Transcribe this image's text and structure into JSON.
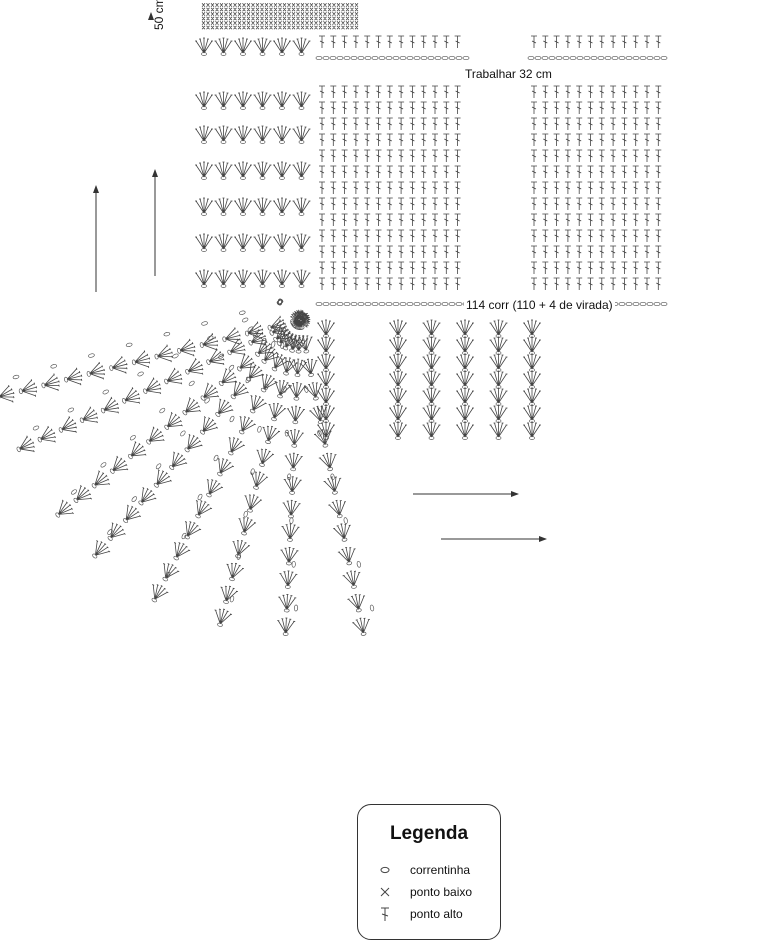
{
  "labels": {
    "work_length": "Trabalhar 32 cm",
    "foundation_chain": "114 corr (110 + 4 de virada)",
    "side_measure": "50 cm"
  },
  "legend": {
    "title": "Legenda",
    "items": [
      {
        "icon": "chain-stitch-icon",
        "label": "correntinha"
      },
      {
        "icon": "single-crochet-icon",
        "label": "ponto baixo"
      },
      {
        "icon": "double-crochet-icon",
        "label": "ponto alto"
      }
    ]
  },
  "colors": {
    "line": "#444444",
    "background": "#ffffff"
  }
}
